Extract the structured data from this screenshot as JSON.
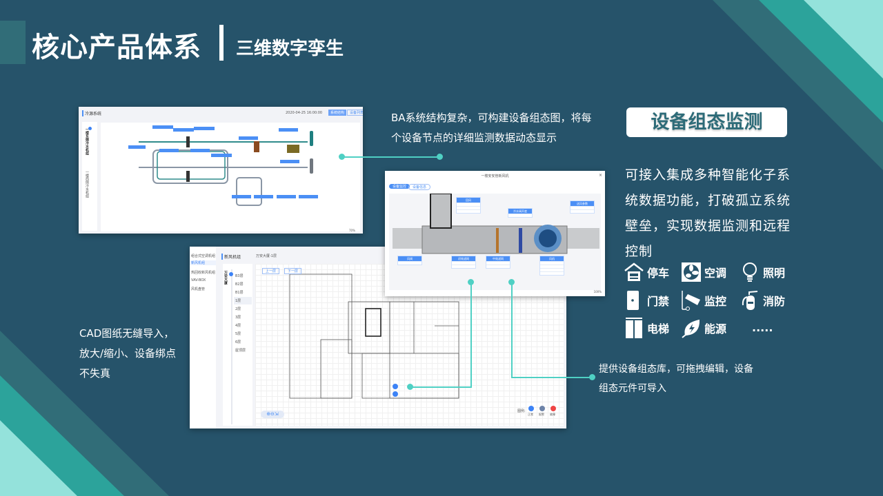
{
  "header": {
    "title": "核心产品体系",
    "subtitle": "三维数字孪生"
  },
  "screen1": {
    "title": "冷源系统",
    "time": "2020-04-25 16:00:00",
    "btn1": "系统结构",
    "btn2": "设备列表",
    "side_item1": "一楼东侧冷水机组",
    "side_item2": "一楼西侧冷水机组",
    "zoom": "70%"
  },
  "screen2": {
    "title": "一楼安安管新风机",
    "tab1": "设备监控",
    "tab2": "设备信息",
    "labels": [
      "回风",
      "冷水阀开度",
      "送风参数",
      "风阀",
      "初效滤网",
      "中效滤网",
      "风机"
    ],
    "zoom": "100%"
  },
  "screen3": {
    "sidebar": [
      "组合式空调机组",
      "新风机组",
      "热回收新风机组",
      "VAV-BOX",
      "风机盘管"
    ],
    "title": "新风机组",
    "breadcrumb": "万安大厦-1层",
    "building": "万安大厦",
    "prev": "上一层",
    "next": "下一层",
    "floors": [
      "B3层",
      "B2层",
      "B1层",
      "1层",
      "2层",
      "3层",
      "4层",
      "5层",
      "6层",
      "屋顶层"
    ],
    "legend_label": "图例:",
    "legend": [
      "正常",
      "报警",
      "故障"
    ]
  },
  "annotations": {
    "ba": "BA系统结构复杂，可构建设备组态图，将每个设备节点的详细监测数据动态显示",
    "cad": "CAD图纸无缝导入，放大/缩小、设备绑点不失真",
    "lib": "提供设备组态库，可拖拽编辑，设备组态元件可导入"
  },
  "feature": {
    "badge": "设备组态监测",
    "text": "可接入集成多种智能化子系统数据功能，打破孤立系统壁垒，实现数据监测和远程控制"
  },
  "systems": [
    {
      "label": "停车",
      "icon": "garage-icon"
    },
    {
      "label": "空调",
      "icon": "fan-icon"
    },
    {
      "label": "照明",
      "icon": "bulb-icon"
    },
    {
      "label": "门禁",
      "icon": "door-icon"
    },
    {
      "label": "监控",
      "icon": "camera-icon"
    },
    {
      "label": "消防",
      "icon": "extinguisher-icon"
    },
    {
      "label": "电梯",
      "icon": "elevator-icon"
    },
    {
      "label": "能源",
      "icon": "leaf-icon"
    },
    {
      "label": ".....",
      "icon": ""
    }
  ],
  "colors": {
    "bg": "#26536a",
    "accent": "#4fd0c4",
    "stripe1": "#316d78",
    "stripe2": "#2ca39b",
    "stripe3": "#94e2db"
  }
}
